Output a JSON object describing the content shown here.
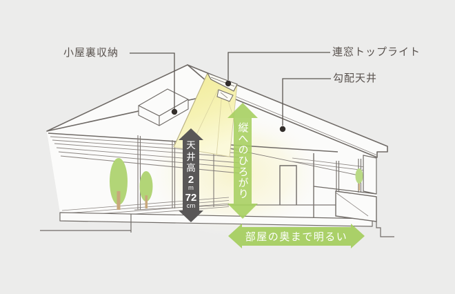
{
  "labels": {
    "attic_storage": "小屋裏収納",
    "toplight": "連窓トップライト",
    "sloped_ceiling": "勾配天井"
  },
  "annotations": {
    "ceiling_height": {
      "parts": [
        "天",
        "井",
        "高",
        "2",
        "m",
        "72",
        "cm"
      ],
      "full": "天井高2m72cm"
    },
    "vertical_spread": {
      "text": "縦へのひろがり"
    },
    "room_bright": {
      "text": "部屋の奥まで明るい"
    }
  },
  "colors": {
    "background": "#ececeb",
    "accent_green": "#a6cf63",
    "arrow_dark": "#595757",
    "skylight_yellow": "#f2ec9b",
    "line": "#6f6a66",
    "label_text": "#59524e"
  }
}
